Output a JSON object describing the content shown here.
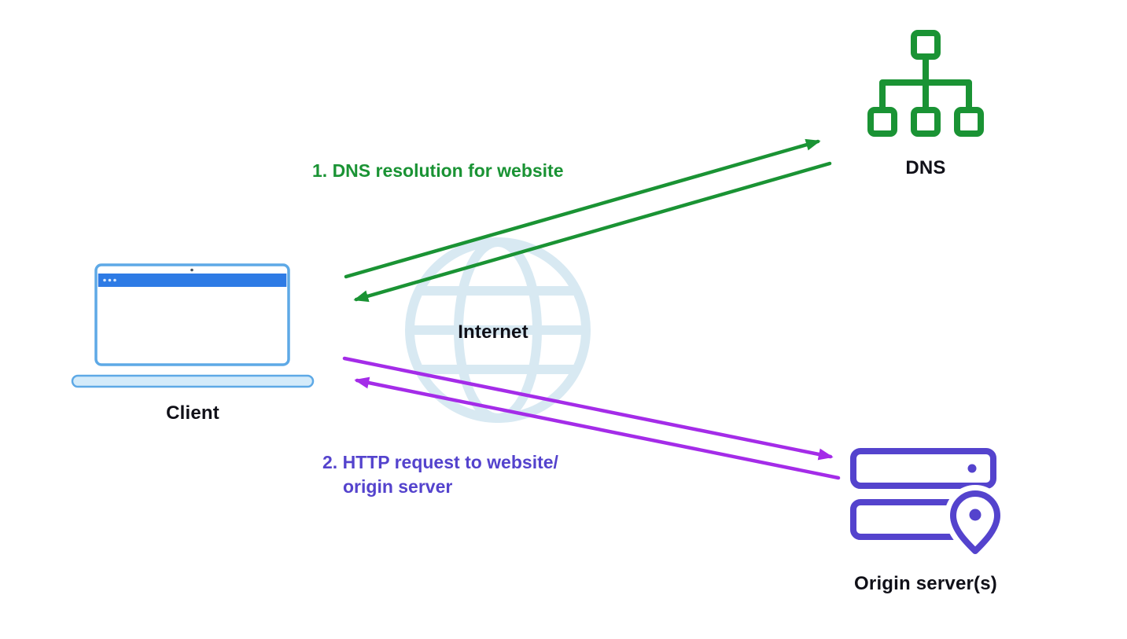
{
  "colors": {
    "green": "#1a9334",
    "purple": "#a42ce8",
    "indigo": "#5443cd",
    "laptop-stroke": "#5ea9e6",
    "laptop-fill": "#d4ebfa",
    "laptop-bar": "#2e7be5",
    "globe": "#d8e9f2",
    "text": "#101018",
    "background": "#ffffff"
  },
  "nodes": {
    "client": {
      "label": "Client"
    },
    "internet": {
      "label": "Internet"
    },
    "dns": {
      "label": "DNS"
    },
    "origin": {
      "label": "Origin server(s)"
    }
  },
  "flows": {
    "dns_resolution": {
      "label": "1. DNS resolution for website"
    },
    "http_request": {
      "line1": "2. HTTP request to website/",
      "line2": "origin server"
    }
  }
}
